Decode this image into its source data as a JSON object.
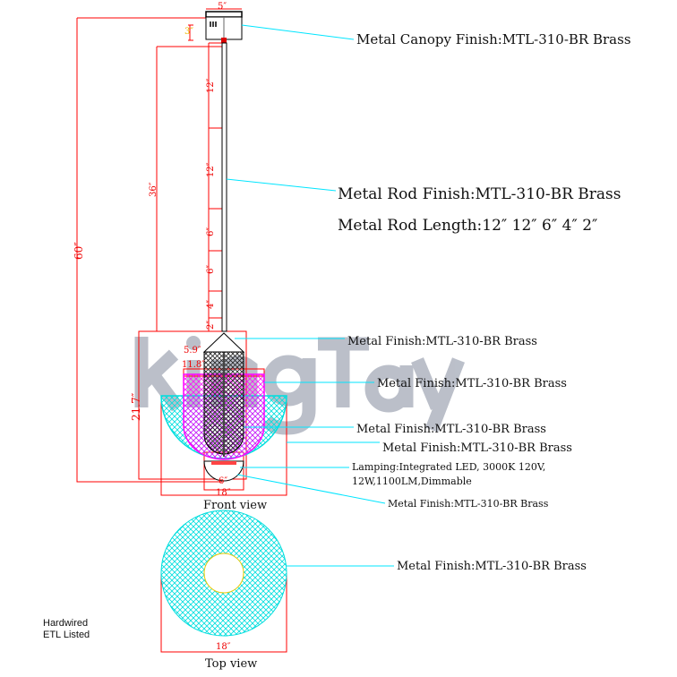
{
  "watermark": "kingTay",
  "dimensions": {
    "canopy_width": "5″",
    "canopy_height": "3″",
    "rod_1": "12″",
    "rod_2": "12″",
    "rod_3": "6″",
    "rod_4": "6″",
    "rod_5": "4″",
    "rod_6": "2″",
    "drop_36": "36″",
    "overall_60": "60″",
    "fixture_height": "21.7″",
    "inner_width": "5.9″",
    "mid_width": "11.8″",
    "bottom_width": "6″",
    "front_width": "18″",
    "top_width": "18″"
  },
  "views": {
    "front": "Front view",
    "top": "Top view"
  },
  "callouts": {
    "canopy": "Metal Canopy Finish:MTL-310-BR Brass",
    "rod_finish": "Metal Rod Finish:MTL-310-BR Brass",
    "rod_length": "Metal Rod Length:12″ 12″ 6″ 4″ 2″",
    "finish_1": "Metal Finish:MTL-310-BR Brass",
    "finish_2": "Metal Finish:MTL-310-BR Brass",
    "finish_3": "Metal Finish:MTL-310-BR Brass",
    "finish_4": "Metal Finish:MTL-310-BR Brass",
    "lamping_1": "Lamping:Integrated LED, 3000K 120V,",
    "lamping_2": "12W,1100LM,Dimmable",
    "finish_5": "Metal Finish:MTL-310-BR Brass",
    "finish_top": "Metal Finish:MTL-310-BR Brass"
  },
  "notes": {
    "line1": "Hardwired",
    "line2": "ETL Listed"
  },
  "colors": {
    "dimension": "#ff0000",
    "callout": "#00e5ff",
    "shade_outer": "#00e5e5",
    "shade_inner": "#ff00ff"
  }
}
